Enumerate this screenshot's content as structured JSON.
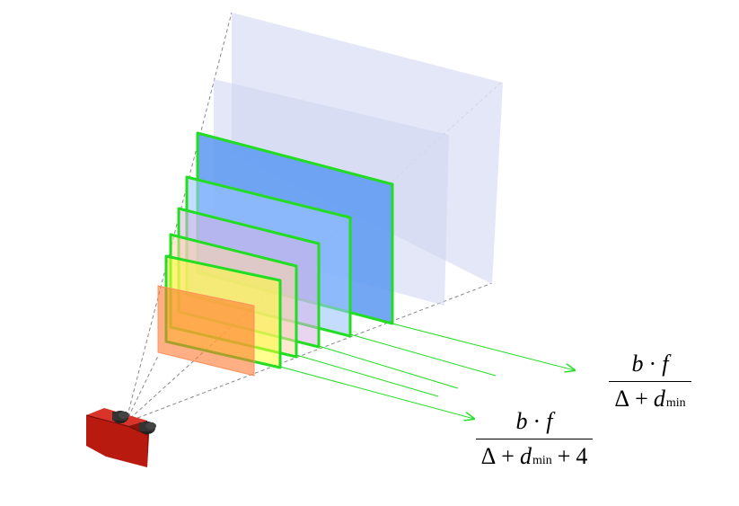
{
  "colors": {
    "frustum_line": "#888888",
    "background_plane": "#dfe3f6",
    "plane_border": "#22dd22",
    "arrow": "#22dd22",
    "camera": "#b81a10",
    "lens": "#222222"
  },
  "planes": [
    {
      "name": "plane-orange",
      "fill": "#ff7a30"
    },
    {
      "name": "plane-yellow",
      "fill": "#ffff33"
    },
    {
      "name": "plane-peach",
      "fill": "#ffd9a8"
    },
    {
      "name": "plane-lavender",
      "fill": "#d9b3e6"
    },
    {
      "name": "plane-lightblue",
      "fill": "#9cc6ff"
    },
    {
      "name": "plane-blue",
      "fill": "#5a98f2"
    }
  ],
  "formula_far": {
    "num_b": "b",
    "num_dot": "·",
    "num_f": "f",
    "den_delta": "Δ",
    "den_plus": "+",
    "den_d": "d",
    "den_sub": "min"
  },
  "formula_near": {
    "num_b": "b",
    "num_dot": "·",
    "num_f": "f",
    "den_delta": "Δ",
    "den_plus": "+",
    "den_d": "d",
    "den_sub": "min",
    "den_plus2": "+",
    "den_offset": "4"
  }
}
